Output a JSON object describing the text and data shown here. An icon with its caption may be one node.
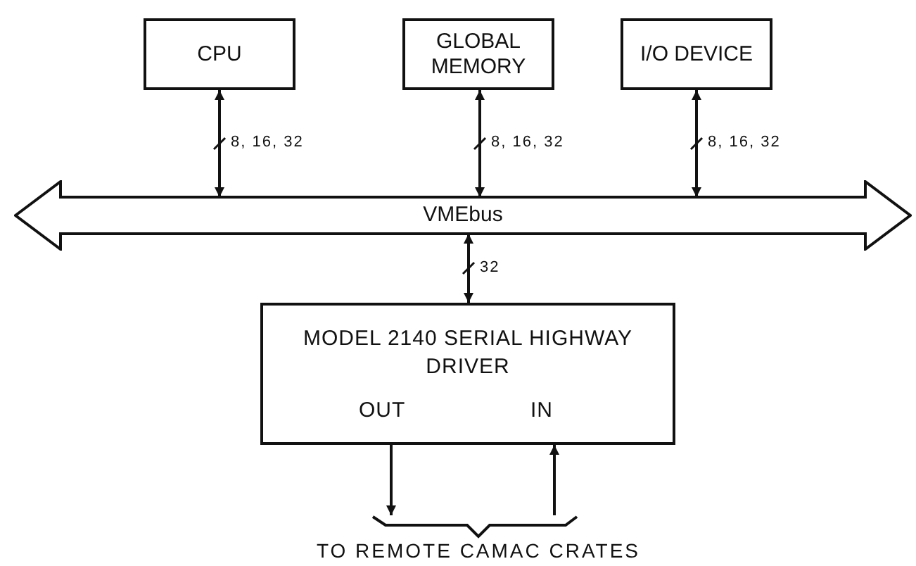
{
  "diagram": {
    "nodes": [
      {
        "text": [
          "CPU"
        ]
      },
      {
        "text": [
          "GLOBAL MEMORY"
        ]
      },
      {
        "text": [
          "I/O DEVICE"
        ]
      },
      {
        "text": [
          "VMEbus"
        ]
      },
      {
        "text": [
          "MODEL 2140 SERIAL HIGHWAY DRIVER",
          "OUT",
          "IN"
        ]
      },
      {
        "text": [
          "TO REMOTE CAMAC CRATES"
        ]
      }
    ],
    "edges": [
      {
        "from": 0,
        "to": 3,
        "arrow": "both",
        "label": "8, 16, 32"
      },
      {
        "from": 1,
        "to": 3,
        "arrow": "both",
        "label": "8, 16, 32"
      },
      {
        "from": 2,
        "to": 3,
        "arrow": "both",
        "label": "8, 16, 32"
      },
      {
        "from": 3,
        "to": 4,
        "arrow": "both",
        "label": "32"
      },
      {
        "from": 4,
        "to": 5,
        "arrow": "to"
      },
      {
        "from": 5,
        "to": 4,
        "arrow": "to"
      }
    ]
  }
}
